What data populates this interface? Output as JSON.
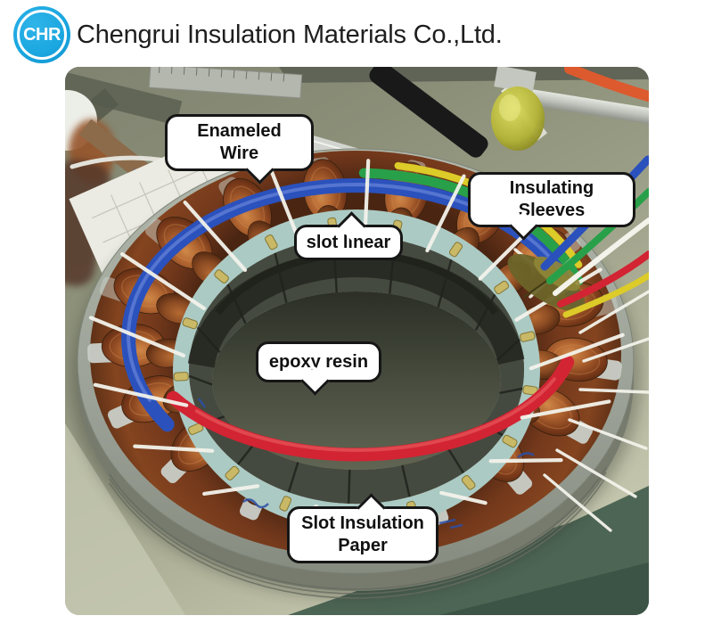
{
  "header": {
    "logo_text": "CHR",
    "company": "Chengrui Insulation Materials Co.,Ltd."
  },
  "callouts": {
    "enameled_wire": {
      "line1": "Enameled",
      "line2": "Wire"
    },
    "insulating_sleeves": {
      "line1": "Insulating",
      "line2": "Sleeves"
    },
    "slot_linear": {
      "line1": "slot linear"
    },
    "epoxy_resin": {
      "line1": "epoxy resin"
    },
    "slot_insulation_paper": {
      "line1": "Slot Insulation",
      "line2": "Paper"
    }
  },
  "colors": {
    "brand_blue": "#1BA7E0",
    "sleeve_blue": "#2B51BC",
    "sleeve_red": "#D22433",
    "sleeve_green": "#28A049",
    "sleeve_yellow": "#DCCB28",
    "lacing_white": "#F3F3EB",
    "copper": "#A85A28",
    "core_teal": "#ABCAC4",
    "wedge_yellow": "#C9B967"
  }
}
